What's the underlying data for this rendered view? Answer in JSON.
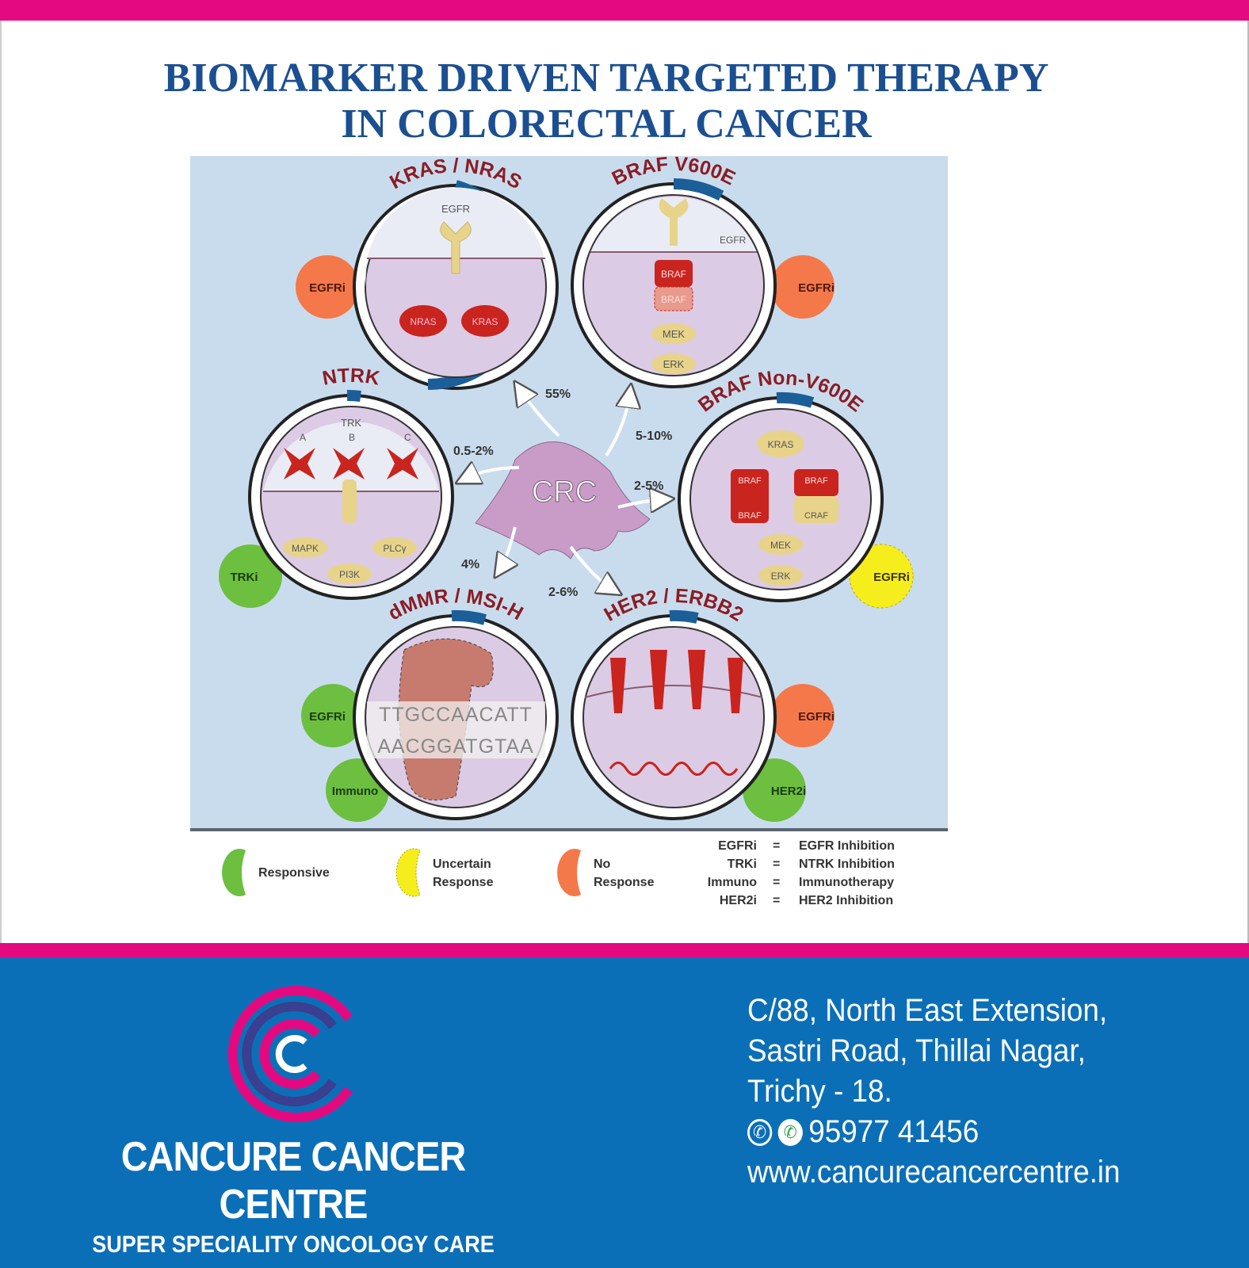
{
  "title": {
    "line1": "BIOMARKER DRIVEN TARGETED THERAPY",
    "line2": "IN COLORECTAL CANCER"
  },
  "diagram": {
    "center": "CRC",
    "panels": {
      "kras": {
        "title": "KRAS / NRAS",
        "receptor": "EGFR",
        "p1": "NRAS",
        "p2": "KRAS",
        "percent": "55%"
      },
      "brafv": {
        "title": "BRAF V600E",
        "receptor": "EGFR",
        "p1": "BRAF",
        "p2": "BRAF",
        "p3": "MEK",
        "p4": "ERK",
        "percent": "5-10%"
      },
      "ntrk": {
        "title": "NTRK",
        "receptor": "TRK",
        "a": "A",
        "b": "B",
        "c": "C",
        "p1": "MAPK",
        "p2": "PI3K",
        "p3": "PLCγ",
        "percent": "0.5-2%"
      },
      "brafn": {
        "title": "BRAF Non-V600E",
        "p0": "KRAS",
        "p1": "BRAF",
        "p2": "BRAF",
        "p3": "BRAF",
        "p4": "CRAF",
        "p5": "MEK",
        "p6": "ERK",
        "percent": "2-5%"
      },
      "dmmr": {
        "title": "dMMR / MSI-H",
        "dna1": "TTGCCAACATT",
        "dna2": "AACGGATGTAA",
        "percent": "4%"
      },
      "her2": {
        "title": "HER2 / ERBB2",
        "percent": "2-6%"
      }
    },
    "badges": [
      {
        "label": "EGFRi",
        "status": "no-response"
      },
      {
        "label": "EGFRi",
        "status": "no-response"
      },
      {
        "label": "TRKi",
        "status": "responsive"
      },
      {
        "label": "EGFRi",
        "status": "uncertain"
      },
      {
        "label": "EGFRi",
        "status": "responsive"
      },
      {
        "label": "Immuno",
        "status": "responsive"
      },
      {
        "label": "EGFRi",
        "status": "no-response"
      },
      {
        "label": "HER2i",
        "status": "responsive"
      }
    ],
    "colors": {
      "responsive": "#6cbf3f",
      "uncertain": "#f5ee1c",
      "no-response": "#f4784a",
      "title_red": "#8b1c24"
    }
  },
  "legend": {
    "responsive": "Responsive",
    "uncertain1": "Uncertain",
    "uncertain2": "Response",
    "no1": "No",
    "no2": "Response",
    "abbr": [
      {
        "k": "EGFRi",
        "eq": "=",
        "v": "EGFR Inhibition"
      },
      {
        "k": "TRKi",
        "eq": "=",
        "v": "NTRK Inhibition"
      },
      {
        "k": "Immuno",
        "eq": "=",
        "v": "Immunotherapy"
      },
      {
        "k": "HER2i",
        "eq": "=",
        "v": "HER2 Inhibition"
      }
    ]
  },
  "footer": {
    "brand": "CANCURE CANCER CENTRE",
    "tagline": "SUPER SPECIALITY ONCOLOGY CARE",
    "address": [
      "C/88, North East Extension,",
      "Sastri Road, Thillai Nagar,",
      "Trichy - 18."
    ],
    "phone": "95977 41456",
    "website": "www.cancurecancercentre.in"
  }
}
